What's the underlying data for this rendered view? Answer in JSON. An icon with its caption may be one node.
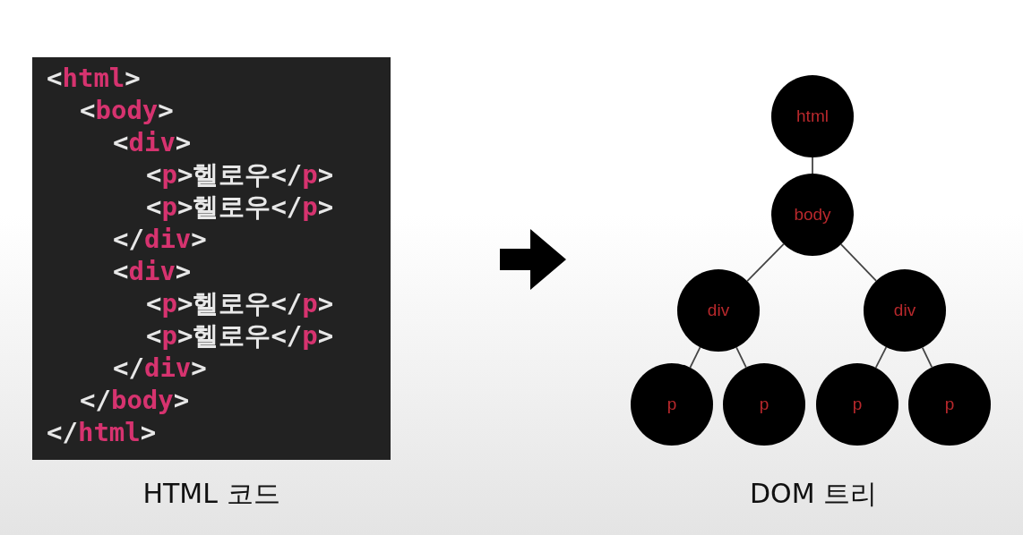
{
  "diagram": {
    "nodes": [
      {
        "text": [
          "<html>",
          "<body>",
          "<div>",
          "<p>헬로우</p>",
          "<p>헬로우</p>",
          "</div>",
          "<div>",
          "<p>헬로우</p>",
          "<p>헬로우</p>",
          "</div>",
          "</body>",
          "</html>"
        ],
        "beside": [
          "HTML 코드"
        ]
      },
      {
        "text": [
          "html"
        ]
      },
      {
        "text": [
          "body"
        ]
      },
      {
        "text": [
          "div"
        ]
      },
      {
        "text": [
          "div"
        ]
      },
      {
        "text": [
          "p"
        ]
      },
      {
        "text": [
          "p"
        ]
      },
      {
        "text": [
          "p"
        ]
      },
      {
        "text": [
          "p"
        ]
      }
    ],
    "edges": [
      {
        "from": 1,
        "to": 2,
        "arrow": "none"
      },
      {
        "from": 2,
        "to": 3,
        "arrow": "none"
      },
      {
        "from": 2,
        "to": 4,
        "arrow": "none"
      },
      {
        "from": 3,
        "to": 5,
        "arrow": "none"
      },
      {
        "from": 3,
        "to": 6,
        "arrow": "none"
      },
      {
        "from": 4,
        "to": 7,
        "arrow": "none"
      },
      {
        "from": 4,
        "to": 8,
        "arrow": "none"
      }
    ],
    "labels": [
      "DOM 트리"
    ]
  }
}
